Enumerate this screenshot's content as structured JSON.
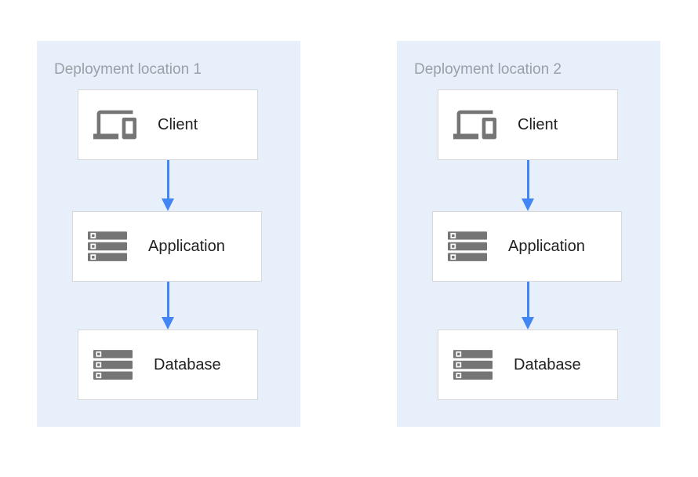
{
  "colors": {
    "page_bg": "#ffffff",
    "panel_bg": "#e7effa",
    "box_bg": "#ffffff",
    "box_border": "#d7d7d7",
    "title_text": "#9aa0a6",
    "node_text": "#212121",
    "icon_gray": "#757575",
    "arrow_blue": "#4285f4"
  },
  "diagram": {
    "panels": [
      {
        "title": "Deployment location 1",
        "nodes": [
          {
            "label": "Client",
            "icon": "client-devices-icon"
          },
          {
            "label": "Application",
            "icon": "server-stack-icon"
          },
          {
            "label": "Database",
            "icon": "server-stack-icon"
          }
        ],
        "connections": [
          {
            "from": "Client",
            "to": "Application"
          },
          {
            "from": "Application",
            "to": "Database"
          }
        ]
      },
      {
        "title": "Deployment location 2",
        "nodes": [
          {
            "label": "Client",
            "icon": "client-devices-icon"
          },
          {
            "label": "Application",
            "icon": "server-stack-icon"
          },
          {
            "label": "Database",
            "icon": "server-stack-icon"
          }
        ],
        "connections": [
          {
            "from": "Client",
            "to": "Application"
          },
          {
            "from": "Application",
            "to": "Database"
          }
        ]
      }
    ]
  }
}
